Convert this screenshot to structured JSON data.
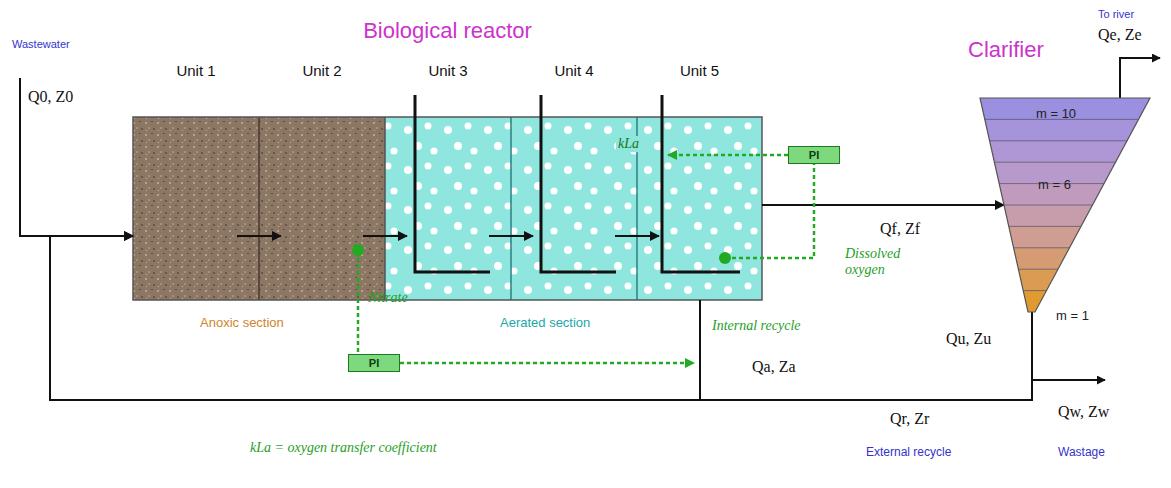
{
  "diagram": {
    "nodes": [
      {
        "text": [
          "Biological reactor"
        ]
      },
      {
        "text": [
          "Unit 1"
        ],
        "in": 0
      },
      {
        "text": [
          "Unit 2"
        ],
        "in": 0
      },
      {
        "text": [
          "Unit 3"
        ],
        "in": 0
      },
      {
        "text": [
          "Unit 4"
        ],
        "in": 0
      },
      {
        "text": [
          "Unit 5"
        ],
        "in": 0
      },
      {
        "text": [
          "Clarifier",
          "m = 10",
          "m = 6",
          "m = 1"
        ]
      },
      {
        "text": [
          "PI"
        ]
      },
      {
        "text": [
          "PI"
        ]
      }
    ],
    "edges": [
      {
        "from": 1,
        "to": 2,
        "arrow": "to"
      },
      {
        "from": 2,
        "to": 3,
        "arrow": "to"
      },
      {
        "from": 3,
        "to": 4,
        "arrow": "to"
      },
      {
        "from": 4,
        "to": 5,
        "arrow": "to"
      },
      {
        "from": 5,
        "to": 6,
        "arrow": "to"
      },
      {
        "from": 5,
        "to": 1,
        "arrow": "to"
      },
      {
        "from": 6,
        "to": 1,
        "arrow": "to"
      },
      {
        "from": 2,
        "to": 7,
        "arrow": "none"
      },
      {
        "from": 5,
        "to": 8,
        "arrow": "none"
      },
      {
        "from": 8,
        "to": 5,
        "label": "kLa",
        "arrow": "to"
      }
    ],
    "labels": [
      "Wastewater",
      "Q0, Z0",
      "To river",
      "Qe, Ze",
      "Qf, Zf",
      "Anoxic section",
      "Nitrate",
      "Aerated section",
      "Dissolved oxygen",
      "Internal recycle",
      "Qa, Za",
      "Qu, Zu",
      "Qr, Zr",
      "Qw, Zw",
      "External recycle",
      "Wastage",
      "kLa = oxygen transfer coefficient"
    ]
  }
}
